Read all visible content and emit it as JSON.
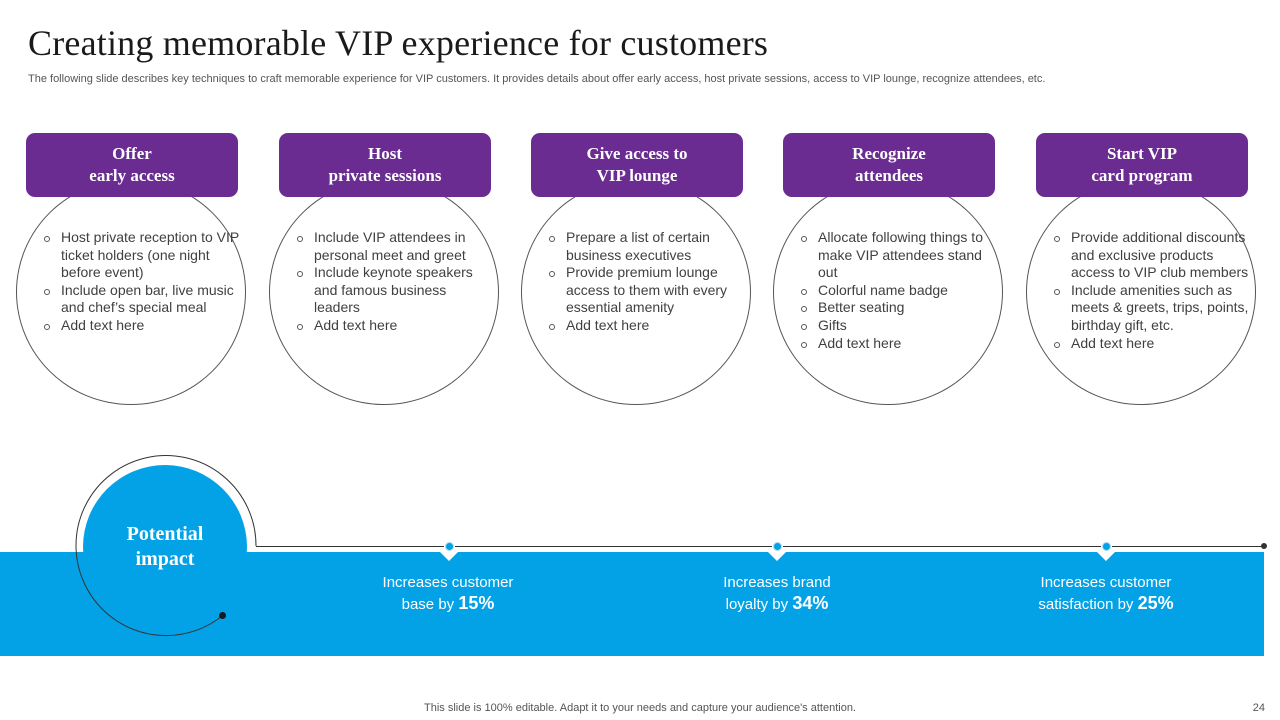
{
  "title": "Creating memorable VIP experience for customers",
  "subtitle": "The following slide describes key techniques to craft memorable experience for VIP  customers. It provides details about offer early access, host private sessions, access to VIP  lounge, recognize attendees, etc.",
  "colors": {
    "purple": "#6a2c91",
    "blue": "#03a2e6"
  },
  "cards": [
    {
      "title_line1": "Offer",
      "title_line2": "early access",
      "bullets": [
        "Host private reception to VIP ticket holders (one night before event)",
        "Include open bar, live music and chef’s special meal",
        "Add text here"
      ]
    },
    {
      "title_line1": "Host",
      "title_line2": "private sessions",
      "bullets": [
        "Include VIP attendees in personal meet and greet",
        "Include keynote  speakers and famous business leaders",
        "Add text here"
      ]
    },
    {
      "title_line1": "Give access to",
      "title_line2": "VIP lounge",
      "bullets": [
        "Prepare a list of certain business executives",
        "Provide premium lounge access to them with every essential amenity",
        "Add text here"
      ]
    },
    {
      "title_line1": "Recognize",
      "title_line2": "attendees",
      "bullets": [
        "Allocate following things to make VIP attendees stand out",
        "Colorful name badge",
        "Better seating",
        "Gifts",
        "Add text here"
      ]
    },
    {
      "title_line1": "Start VIP",
      "title_line2": "card program",
      "bullets": [
        "Provide additional discounts and exclusive products access to VIP club members",
        "Include amenities such as meets & greets, trips, points, birthday gift, etc.",
        "Add text here"
      ]
    }
  ],
  "impact": {
    "label_line1": "Potential",
    "label_line2": "impact",
    "items": [
      {
        "line1": "Increases  customer",
        "line2": "base by ",
        "value": "15%"
      },
      {
        "line1": "Increases brand",
        "line2": "loyalty  by ",
        "value": "34%"
      },
      {
        "line1": "Increases customer",
        "line2": "satisfaction by ",
        "value": "25%"
      }
    ]
  },
  "footer": "This slide is 100% editable. Adapt it to your needs and capture your audience's attention.",
  "page_number": "24"
}
